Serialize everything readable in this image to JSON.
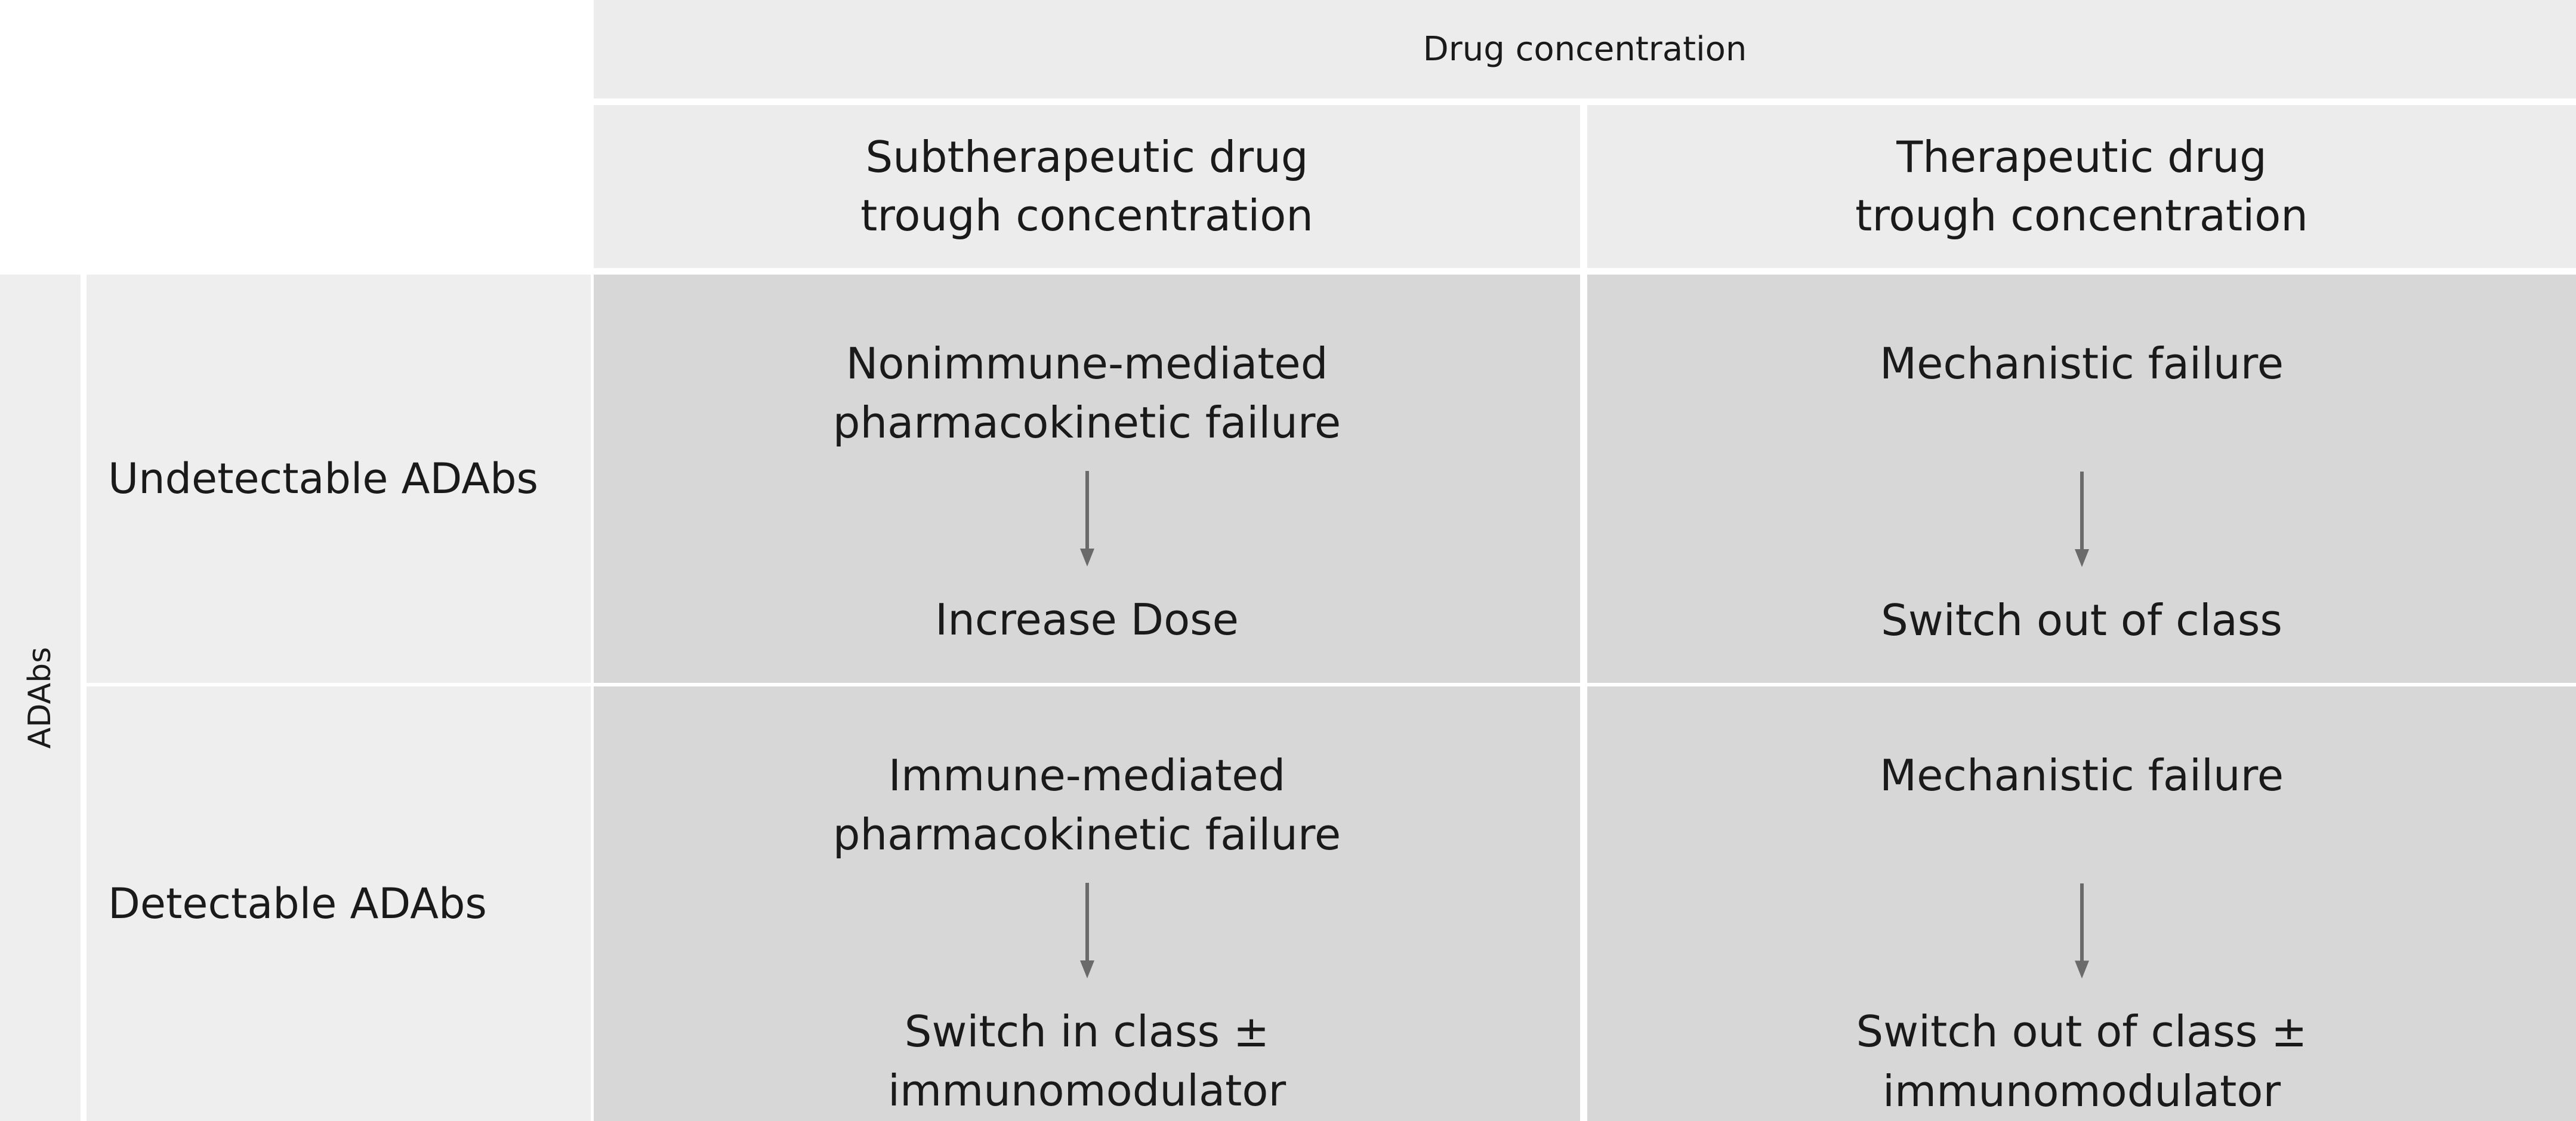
{
  "header": {
    "top_label": "Drug concentration",
    "col1": "Subtherapeutic drug\ntrough concentration",
    "col2": "Therapeutic drug\ntrough concentration"
  },
  "side": {
    "label": "ADAbs"
  },
  "rows": [
    {
      "label": "Undetectable ADAbs",
      "cells": [
        {
          "top": "Nonimmune-mediated\npharmacokinetic failure",
          "bottom": "Increase Dose"
        },
        {
          "top": "Mechanistic failure",
          "bottom": "Switch out of class"
        }
      ]
    },
    {
      "label": "Detectable ADAbs",
      "cells": [
        {
          "top": "Immune-mediated\npharmacokinetic failure",
          "bottom": "Switch in class ±\nimmunomodulator"
        },
        {
          "top": "Mechanistic failure",
          "bottom": "Switch out of class ±\nimmunomodulator"
        }
      ]
    }
  ],
  "colors": {
    "header_bg": "#ececec",
    "body_bg": "#d7d7d7",
    "arrow": "#6a6a6a"
  }
}
